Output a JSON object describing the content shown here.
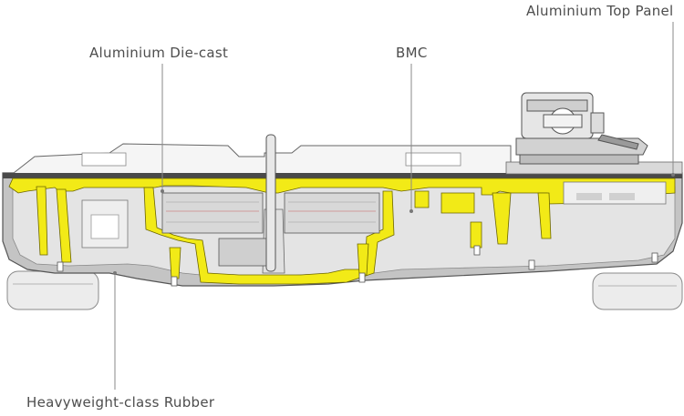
{
  "labels": {
    "aluminium_top_panel": "Aluminium Top Panel",
    "aluminium_die_cast": "Aluminium Die-cast",
    "bmc": "BMC",
    "rubber": "Heavyweight-class Rubber"
  },
  "colors": {
    "yellow": "#f2ea17",
    "body_grey": "#bdbdbd",
    "light_grey": "#e6e6e6",
    "dark_panel": "#4a4a4a",
    "line": "#555555",
    "leader": "#8a8a8a",
    "text": "#4d4d4d"
  }
}
